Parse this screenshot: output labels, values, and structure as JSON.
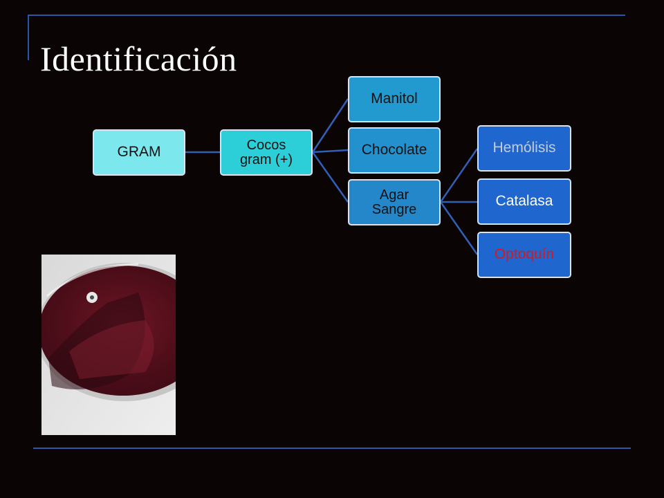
{
  "slide": {
    "title": "Identificación"
  },
  "diagram": {
    "nodes": {
      "gram": "GRAM",
      "cocos_line1": "Cocos",
      "cocos_line2": "gram (+)",
      "manitol": "Manitol",
      "chocolate": "Chocolate",
      "agar_line1": "Agar",
      "agar_line2": "Sangre",
      "hemolisis": "Hemólisis",
      "catalasa": "Catalasa",
      "optoquin": "Optoquín"
    }
  },
  "colors": {
    "background": "#0a0405",
    "rule": "#2b57a8",
    "connector": "#3260b6",
    "optoquin_text": "#d21a22"
  }
}
